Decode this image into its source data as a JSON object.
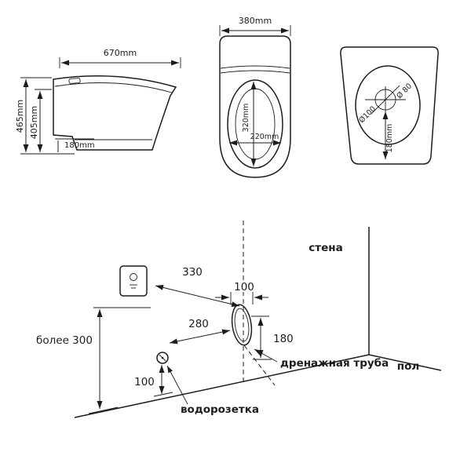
{
  "meta": {
    "line_color": "#1d1d1d",
    "background": "#ffffff",
    "description": "Toilet dimensions and installation diagram"
  },
  "side_view": {
    "width_label": "670mm",
    "total_height_label": "465mm",
    "seat_height_label": "405mm",
    "base_label": "180mm"
  },
  "top_view": {
    "width_label": "380mm",
    "bowl_length_label": "320mm",
    "bowl_width_label": "220mm"
  },
  "back_view": {
    "drain_diameter_label": "Ø100",
    "hole_diameter_label": "Ø 80",
    "drain_height_label": "180mm"
  },
  "installation": {
    "wall_label": "стена",
    "floor_label": "пол",
    "wall_to_pipe_label": "330",
    "pipe_width_label": "100",
    "outlet_to_pipe_label": "280",
    "pipe_height_label": "180",
    "outlet_height_label": "100",
    "min_clearance_label": "более 300",
    "drain_pipe_label": "дренажная труба",
    "water_outlet_label": "водорозетка"
  }
}
